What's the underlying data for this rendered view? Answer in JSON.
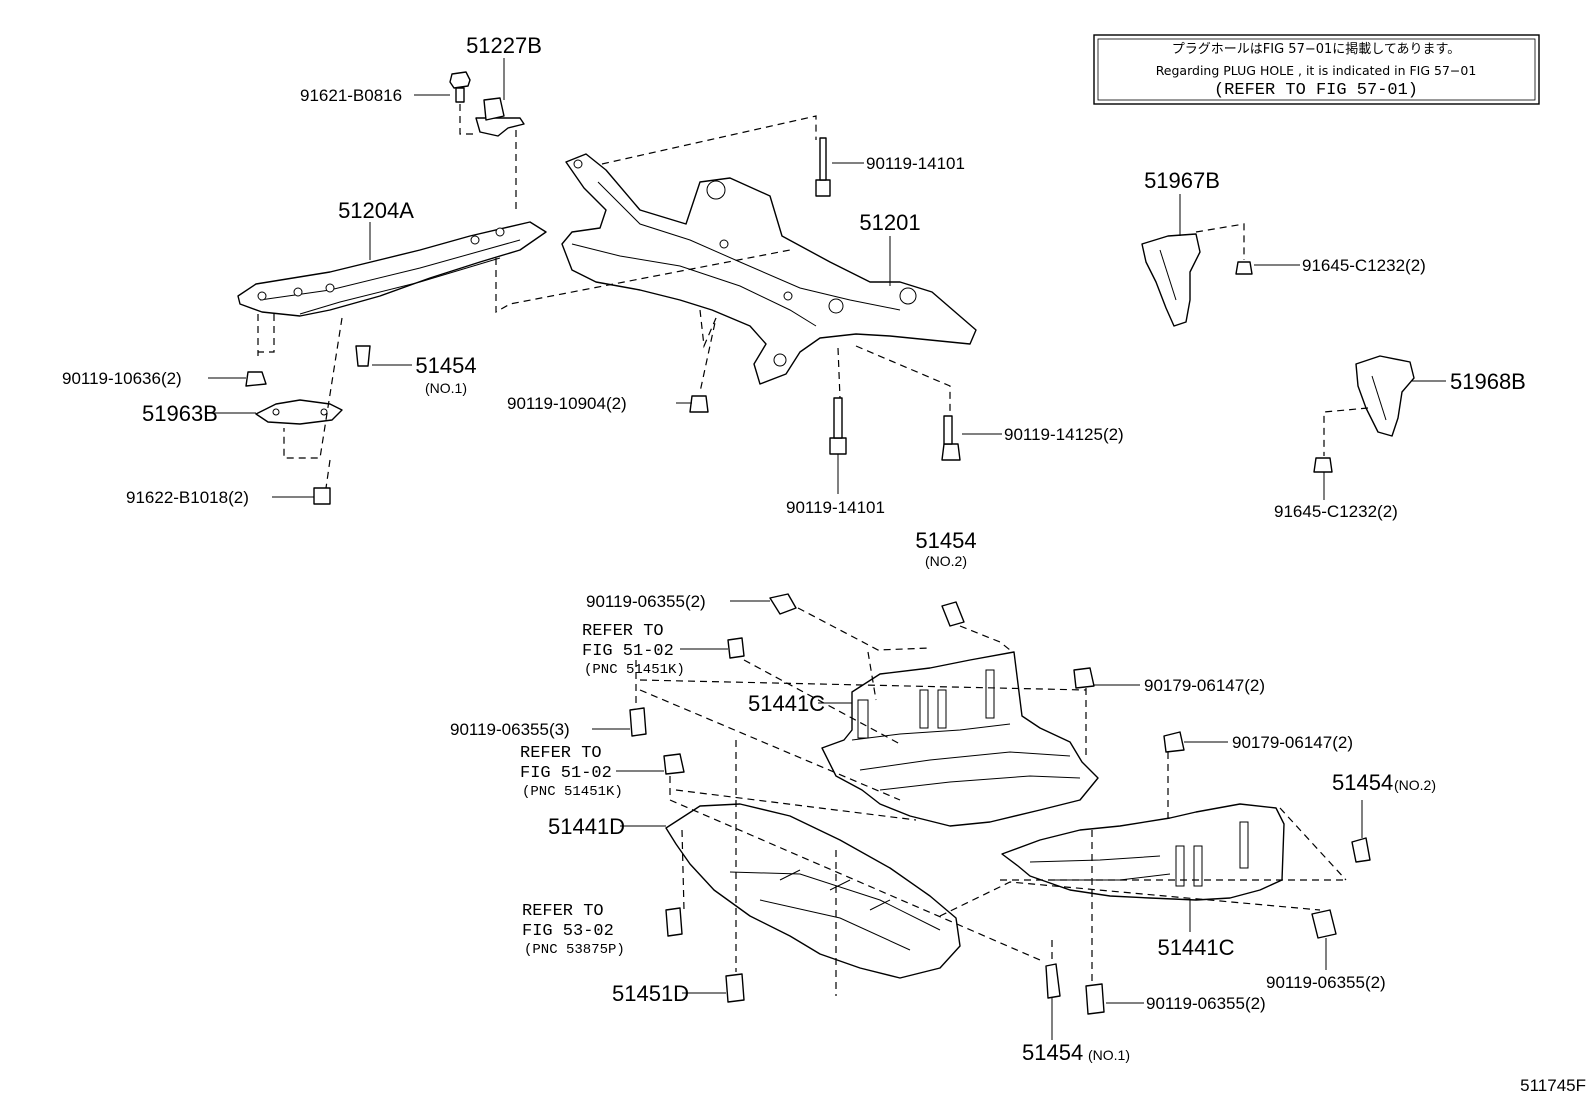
{
  "note": {
    "line1": "プラグホールはFIG 57−01に掲載してあります。",
    "line2": "Regarding  PLUG  HOLE , it is indicated in FIG  57−01",
    "line3": "(REFER TO FIG 57-01)"
  },
  "figure_id": "511745F",
  "labels": {
    "p51227B": "51227B",
    "p91621": "91621-B0816",
    "p90119_14101_top": "90119-14101",
    "p51204A": "51204A",
    "p51201": "51201",
    "p51967B": "51967B",
    "p91645_a": "91645-C1232(2)",
    "p51968B": "51968B",
    "p91645_b": "91645-C1232(2)",
    "p90119_10636": "90119-10636(2)",
    "p51454_no1_top": "51454",
    "p51454_no1_top_sub": "(NO.1)",
    "p51963B": "51963B",
    "p91622": "91622-B1018(2)",
    "p90119_10904": "90119-10904(2)",
    "p90119_14125": "90119-14125(2)",
    "p90119_14101_bot": "90119-14101",
    "p51454_no2_mid": "51454",
    "p51454_no2_mid_sub": "(NO.2)",
    "p90119_06355_a": "90119-06355(2)",
    "ref1_l1": "REFER TO",
    "ref1_l2": "FIG 51-02",
    "ref1_l3": "(PNC 51451K)",
    "p51441C_top": "51441C",
    "p90179_a": "90179-06147(2)",
    "p90179_b": "90179-06147(2)",
    "p90119_06355_3": "90119-06355(3)",
    "ref2_l1": "REFER TO",
    "ref2_l2": "FIG 51-02",
    "ref2_l3": "(PNC 51451K)",
    "p51454_no2_right": "51454",
    "p51454_no2_right_sub": "(NO.2)",
    "p51441D": "51441D",
    "ref3_l1": "REFER TO",
    "ref3_l2": "FIG 53-02",
    "ref3_l3": "(PNC 53875P)",
    "p51441C_bot": "51441C",
    "p90119_06355_b": "90119-06355(2)",
    "p51451D": "51451D",
    "p90119_06355_c": "90119-06355(2)",
    "p51454_no1_bot": "51454",
    "p51454_no1_bot_sub": "(NO.1)"
  }
}
